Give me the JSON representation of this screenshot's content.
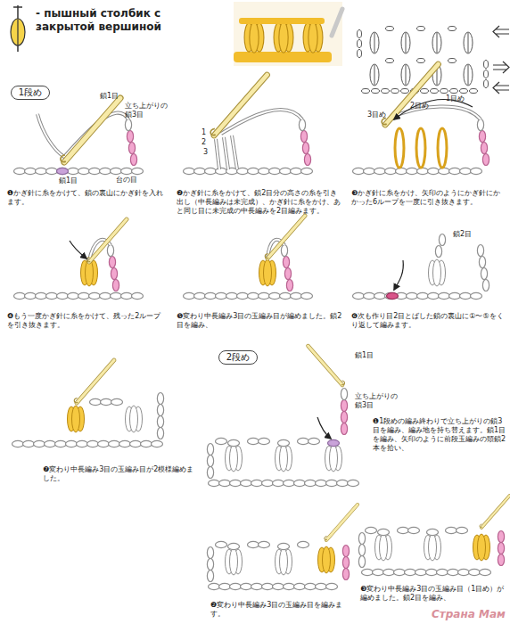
{
  "diagram": {
    "title": "- пышный столбик с закрытой вершиной",
    "nodes": [
      {
        "text": [
          "1段め"
        ]
      },
      {
        "text": [
          "2段め"
        ]
      }
    ],
    "labels": [
      "鎖1目",
      "立ち上がりの 鎖3目",
      "鎖1目",
      "台の目",
      "❶かぎ針に糸をかけて、鎖の裏山にかぎ針を入れます。",
      "1",
      "2",
      "3",
      "❷かぎ針に糸をかけて、鎖2目分の高さの糸を引き出し（中長編みは未完成）、かぎ針に糸をかけ、あと同じ目に未完成の中長編みを2目編みます。",
      "3目め",
      "2目め",
      "1目め",
      "❸かぎ針に糸をかけ、矢印のようにかぎ針にかかった6ループを一度に引き抜きます。",
      "❹もう一度かぎ針に糸をかけて、残った2ループを引き抜きます。",
      "❺変わり中長編み3目の玉編み目が編めました。鎖2目を編み、",
      "鎖2目",
      "❻次も作り目2目とばした鎖の裏山に①〜⑤をくり返して編みます。",
      "❼変わり中長編み3目の玉編み目が2模様編めました。",
      "鎖1目",
      "立ち上がりの 鎖3目",
      "❶1段めの編み終わりで立ち上がりの鎖3目を編み、編み地を持ち替えます。鎖1目を編み、矢印のように前段玉編みの頭鎖2本を拾い、",
      "❷変わり中長編み3目の玉編み目を編みます。",
      "❸変わり中長編み3目の玉編み目（1目め）が編めました。鎖2目を編み、",
      "Страна Мам"
    ]
  }
}
